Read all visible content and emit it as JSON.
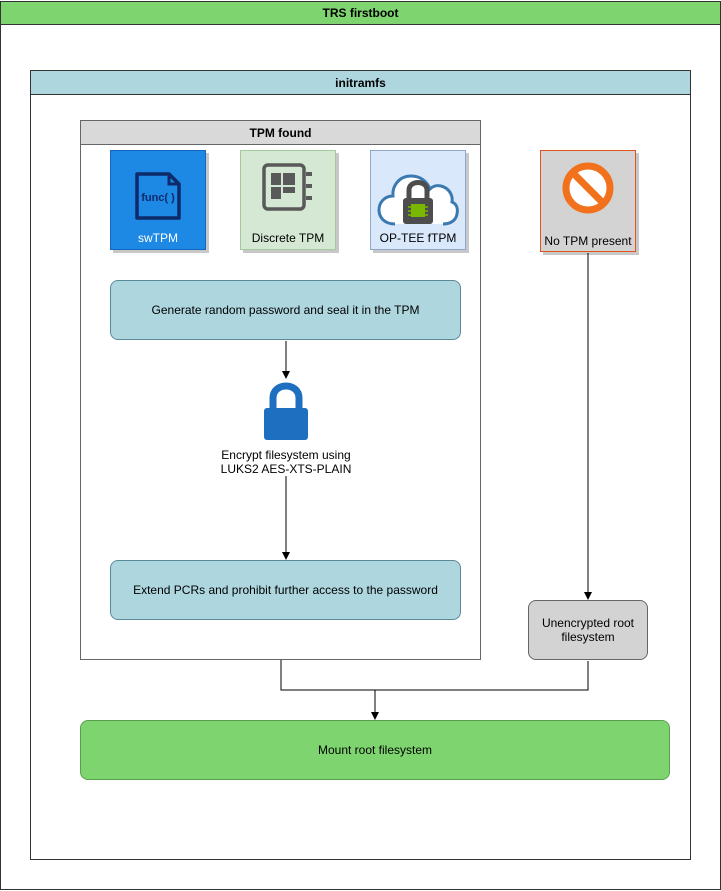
{
  "outer": {
    "title": "TRS firstboot"
  },
  "initramfs": {
    "title": "initramfs"
  },
  "tpm_found": {
    "title": "TPM found",
    "cards": {
      "swtpm": {
        "label": "swTPM",
        "icon": "func-document-icon",
        "icon_text": "func( )"
      },
      "discrete": {
        "label": "Discrete TPM",
        "icon": "chip-icon"
      },
      "optee": {
        "label": "OP-TEE fTPM",
        "icon": "cloud-lock-icon"
      }
    },
    "steps": {
      "generate": "Generate random password and seal it in the TPM",
      "encrypt_line1": "Encrypt filesystem using",
      "encrypt_line2": "LUKS2 AES-XTS-PLAIN",
      "extend": "Extend PCRs and prohibit further access to the password"
    }
  },
  "no_tpm": {
    "label": "No TPM present",
    "icon": "prohibited-icon"
  },
  "unencrypted": {
    "label_line1": "Unencrypted root",
    "label_line2": "filesystem"
  },
  "mount": {
    "label": "Mount root filesystem"
  },
  "colors": {
    "outer_header": "#7ed56f",
    "initramfs_header": "#aed6df",
    "tpm_header": "#d9d9d9",
    "step_fill": "#aed6df",
    "swtpm_fill": "#1e88e5",
    "discrete_fill": "#d5e8d4",
    "optee_fill": "#dae8fc",
    "notpm_fill": "#d3d3d3",
    "notpm_border": "#e0541c",
    "prohibit": "#f2711c",
    "lock": "#1f6fc0",
    "mount_fill": "#7ed56f"
  }
}
